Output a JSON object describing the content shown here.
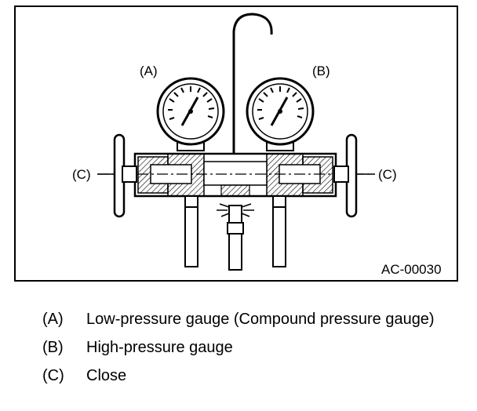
{
  "diagram": {
    "callouts": {
      "a": "(A)",
      "b": "(B)",
      "c_left": "(C)",
      "c_right": "(C)"
    },
    "figure_code": "AC-00030"
  },
  "legend": {
    "items": [
      {
        "key": "(A)",
        "text": "Low-pressure gauge (Compound pressure gauge)"
      },
      {
        "key": "(B)",
        "text": "High-pressure gauge"
      },
      {
        "key": "(C)",
        "text": "Close"
      }
    ]
  }
}
